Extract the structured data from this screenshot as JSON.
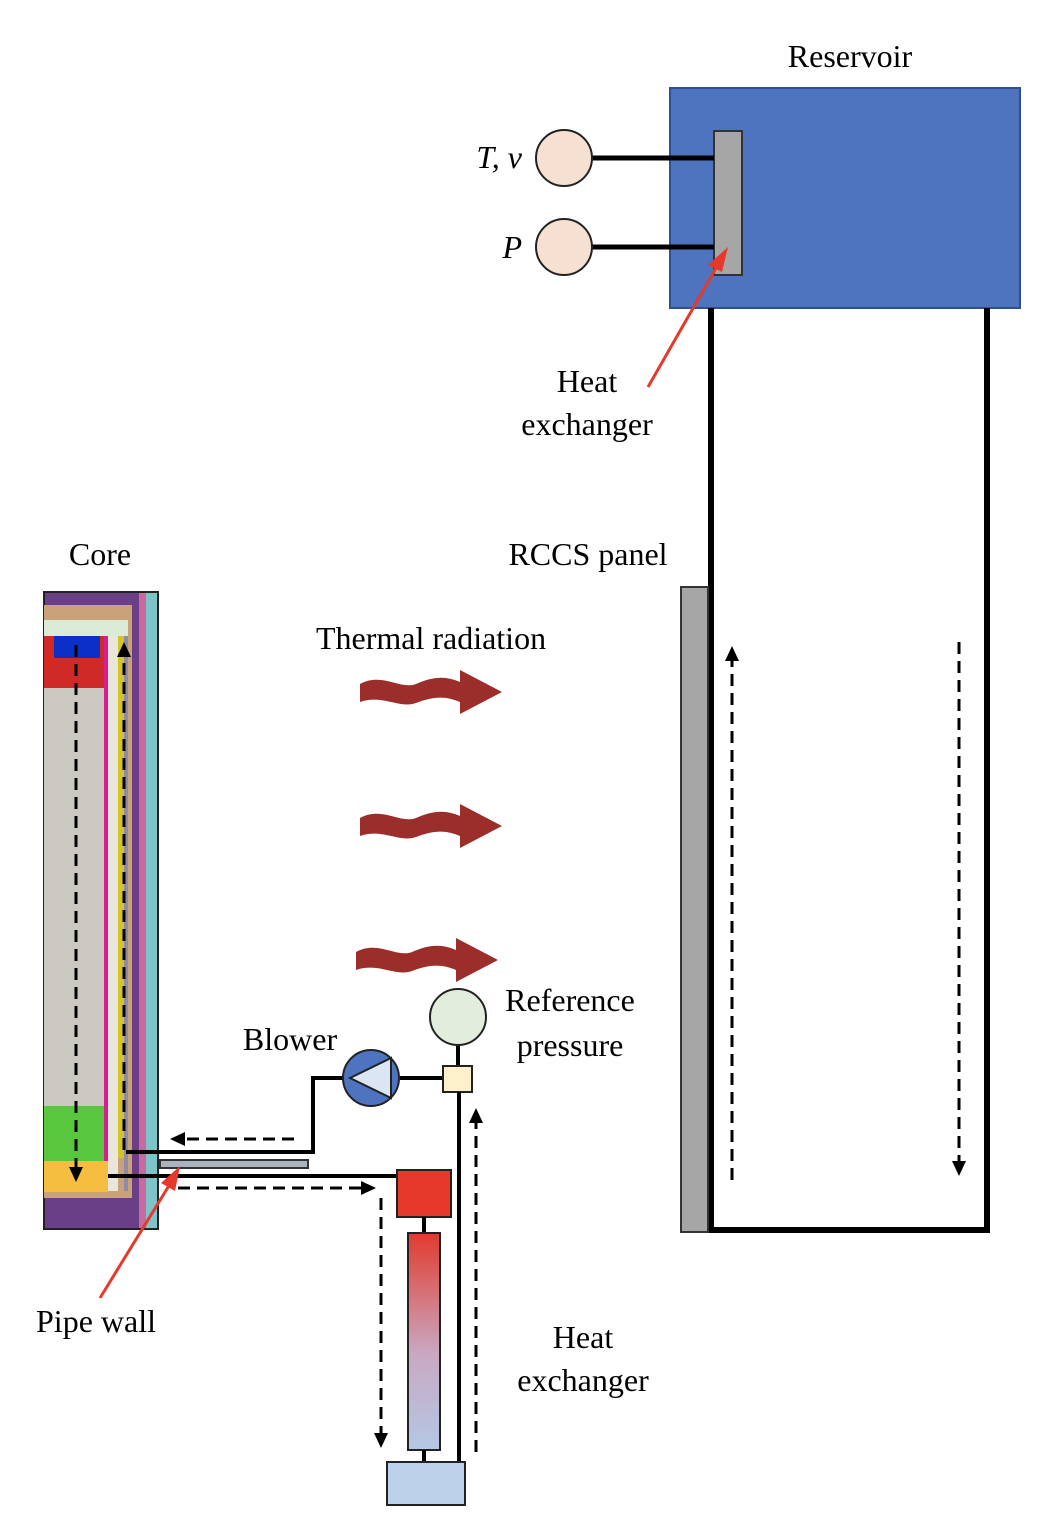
{
  "labels": {
    "reservoir": "Reservoir",
    "temp_velocity": "T, v",
    "pressure": "P",
    "hx_top_line1": "Heat",
    "hx_top_line2": "exchanger",
    "core": "Core",
    "rccs_panel": "RCCS panel",
    "thermal_radiation": "Thermal radiation",
    "reference_line1": "Reference",
    "reference_line2": "pressure",
    "blower": "Blower",
    "pipe_wall": "Pipe wall",
    "hx_bottom_line1": "Heat",
    "hx_bottom_line2": "exchanger"
  },
  "colors": {
    "reservoir_fill": "#4e74bf",
    "sensor_fill": "#f6e0d2",
    "reference_sensor_fill": "#e3edde",
    "heat_exchanger_bar": "#a6a6a6",
    "rccs_panel": "#a6a6a6",
    "radiation_arrow": "#9b2e2a",
    "pointer_arrow": "#e53a2a",
    "blower_fill": "#4e74bf",
    "hx_box": "#e5392b",
    "hx_gradient_top": "#e23a2e",
    "hx_gradient_bottom": "#b4c8e6",
    "hx_base": "#bcd1ea",
    "valve_fill": "#fdf1cc",
    "core_outer": "#6b3f87",
    "core_tan": "#c9a27a",
    "core_grey": "#cbc8c2",
    "core_top_strip": "#dcebd6",
    "core_blue": "#0c2fc8",
    "core_red": "#cf2a27",
    "core_green": "#58c73d",
    "core_yellow": "#f6be41",
    "core_magenta": "#d61e8e",
    "core_gold_line": "#d6c326",
    "core_teal": "#7ec3c8",
    "core_pink": "#c86aa0"
  }
}
